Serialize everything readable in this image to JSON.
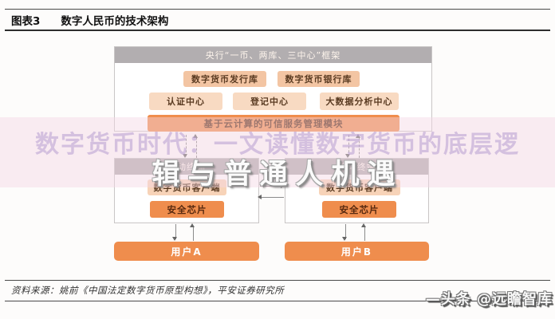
{
  "header": {
    "figure_label": "图表3",
    "title": "数字人民币的技术架构"
  },
  "diagram": {
    "framework": {
      "header": "央行“一币、两库、三中心”框架",
      "row1": [
        "数字货币发行库",
        "数字货币银行库"
      ],
      "row2": [
        "认证中心",
        "登记中心",
        "大数据分析中心"
      ],
      "module": "基于云计算的可信服务管理模块"
    },
    "terminals": [
      {
        "header": "移动终端",
        "client": "数字货币客户端",
        "chip": "安全芯片",
        "user": "用户A"
      },
      {
        "header": "移动终端",
        "client": "数字货币客户端",
        "chip": "安全芯片",
        "user": "用户B"
      }
    ]
  },
  "watermark": {
    "line1": "数字货币时代：一文读懂数字货币的底层逻",
    "line2": "辑与普通人机遇"
  },
  "footer": {
    "source": "资料来源：姚前《中国法定数字货币原型构想》，平安证券研究所",
    "logo": "—头条 @远瞻智库"
  },
  "colors": {
    "accent_orange": "#ef8d4d",
    "peach": "#f3c5a3",
    "peach_light": "#f8dac2",
    "bar_gray": "#b2aeb0",
    "watermark_purple": "#b79cd0",
    "background": "#fdfcfb"
  }
}
